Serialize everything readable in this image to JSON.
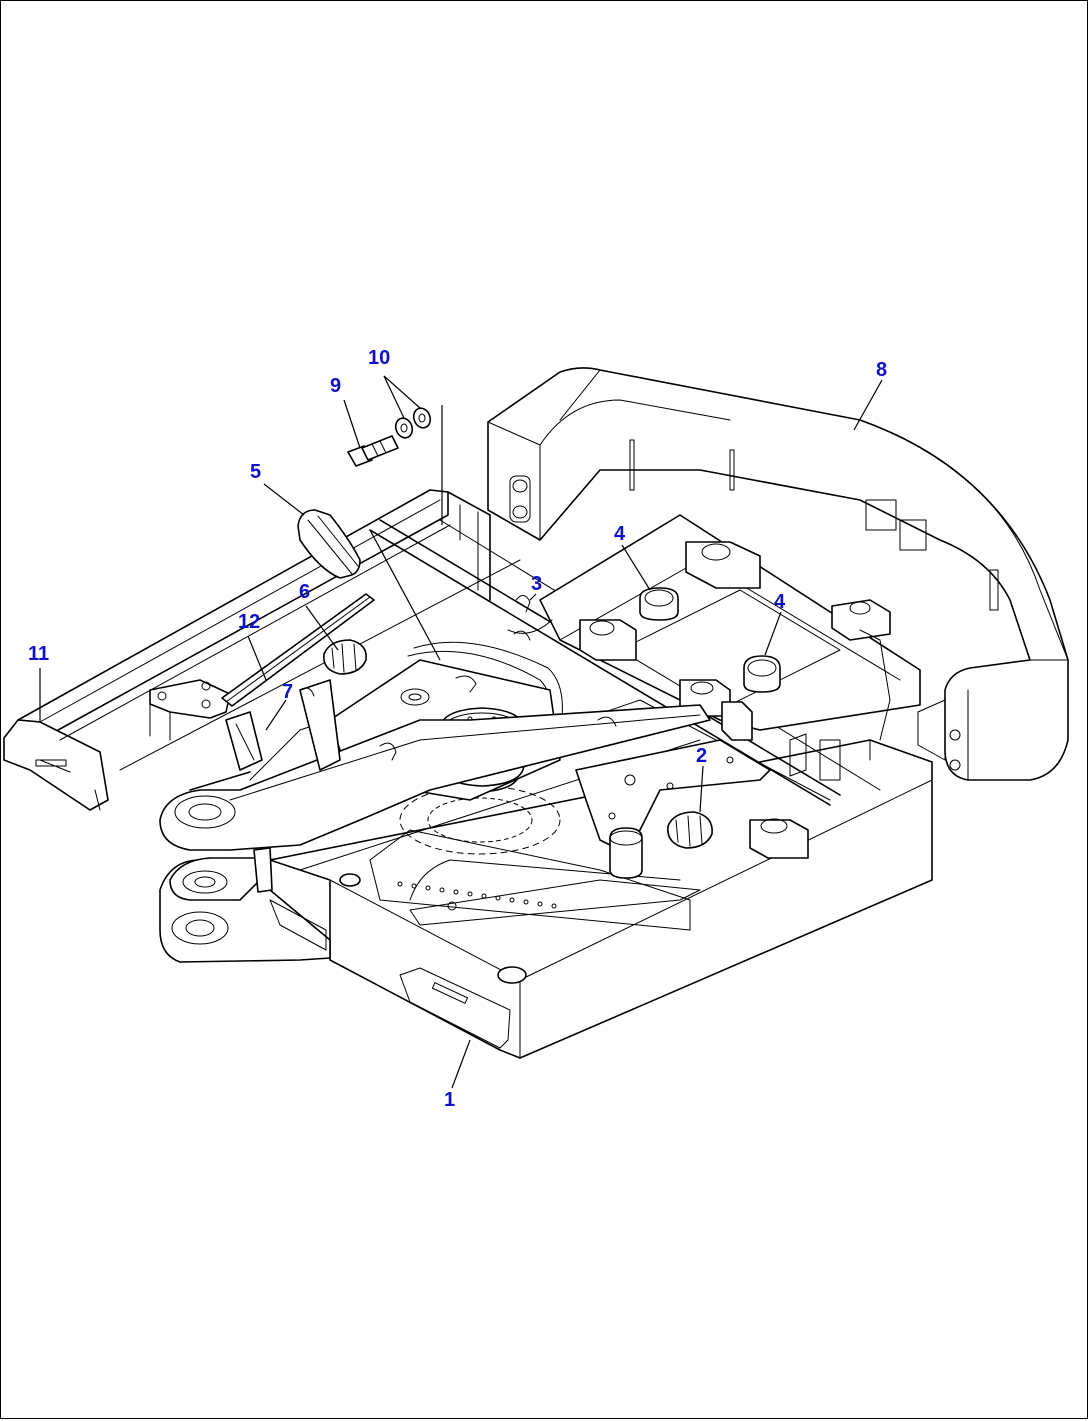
{
  "diagram": {
    "callout_color": "#1010c8",
    "callouts": [
      {
        "id": "c1",
        "label": "1"
      },
      {
        "id": "c2",
        "label": "2"
      },
      {
        "id": "c3",
        "label": "3"
      },
      {
        "id": "c4a",
        "label": "4"
      },
      {
        "id": "c4b",
        "label": "4"
      },
      {
        "id": "c5",
        "label": "5"
      },
      {
        "id": "c6",
        "label": "6"
      },
      {
        "id": "c7",
        "label": "7"
      },
      {
        "id": "c8",
        "label": "8"
      },
      {
        "id": "c9",
        "label": "9"
      },
      {
        "id": "c10",
        "label": "10"
      },
      {
        "id": "c11",
        "label": "11"
      },
      {
        "id": "c12",
        "label": "12"
      }
    ]
  }
}
